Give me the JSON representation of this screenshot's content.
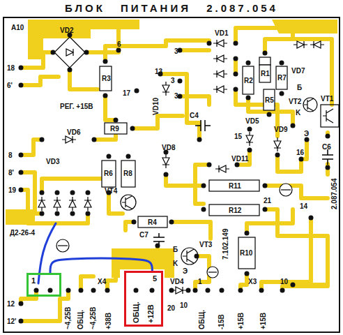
{
  "diagram": {
    "title": "БЛОК ПИТАНИЯ 2.087.054",
    "nodes": [
      {
        "text": [
          "1"
        ]
      },
      {
        "text": [
          "5",
          "ОБЩ.",
          "+12В"
        ]
      }
    ],
    "edges": [
      {
        "from": 0,
        "to": 1,
        "arrow": "none"
      }
    ],
    "labels": [
      "A10",
      "VD2",
      "6",
      "18",
      "6'",
      "РЕГ. +15В",
      "R3",
      "17",
      "13",
      "VD10",
      "3",
      "VD1",
      "3",
      "3",
      "VD7",
      "R2",
      "R1",
      "R7",
      "Б",
      "VT2",
      "K",
      "R5",
      "VT1",
      "C4",
      "VD5",
      "15",
      "VD9",
      "Э",
      "C6",
      "VD6",
      "R9",
      "VD8",
      "VD11",
      "16",
      "8",
      "8'",
      "VD3",
      "R6",
      "R8",
      "R11",
      "21",
      "14",
      "19",
      "VT4",
      "R12",
      "2.087.054",
      "Д2-26-4",
      "R4",
      "C7",
      "VT3",
      "Б",
      "K",
      "Э",
      "R10",
      "7.102.149",
      "X4",
      "VD4",
      "1",
      "X3",
      "10",
      "12",
      "12'",
      "~4,25В",
      "ОБЩ.",
      "~4,25В",
      "+38В",
      "20",
      "10",
      "ОБЩ.",
      "-15В",
      "+15В",
      "+15В"
    ]
  }
}
